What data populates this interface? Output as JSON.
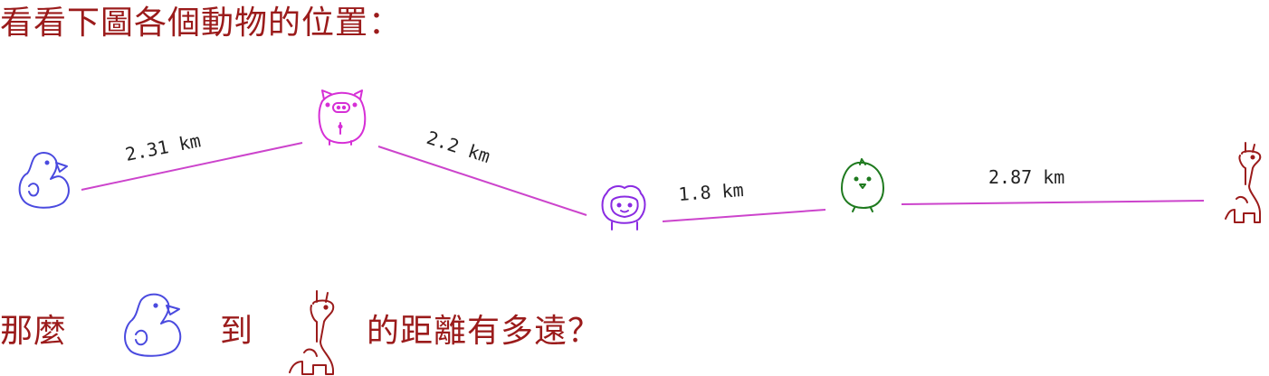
{
  "title": "看看下圖各個動物的位置：",
  "question": {
    "prefix": "那麼",
    "middle": "到",
    "suffix": "的距離有多遠？"
  },
  "colors": {
    "text": "#9b1b1b",
    "line": "#cc44cc",
    "duck": "#4a4adf",
    "pig": "#d62fd6",
    "sheep": "#8a2be2",
    "chick": "#1f7a1f",
    "giraffe": "#9b1b1b"
  },
  "animals": [
    "duck-icon",
    "pig-icon",
    "sheep-icon",
    "chick-icon",
    "giraffe-icon"
  ],
  "distances": [
    {
      "label": "2.31 km"
    },
    {
      "label": "2.2 km"
    },
    {
      "label": "1.8 km"
    },
    {
      "label": "2.87 km"
    }
  ]
}
